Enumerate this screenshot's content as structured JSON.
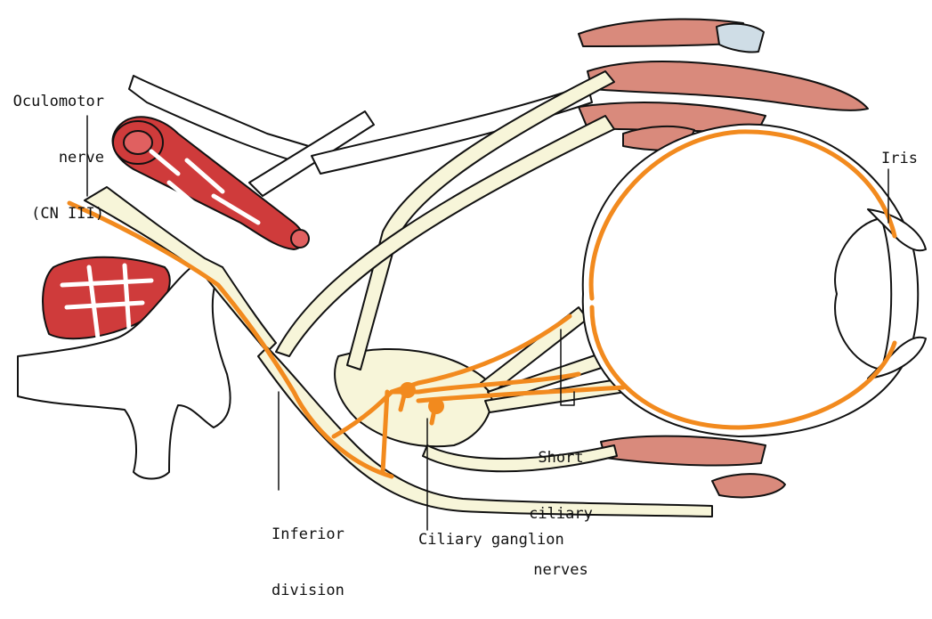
{
  "labels": {
    "oculomotor": [
      "Oculomotor",
      "nerve",
      "(CN III)"
    ],
    "iris": "Iris",
    "short_ciliary": [
      "Short",
      "ciliary",
      "nerves"
    ],
    "inferior_division": [
      "Inferior",
      "division"
    ],
    "ciliary_ganglion": "Ciliary ganglion"
  },
  "colors": {
    "parasympathetic_fiber": "#f28a1e",
    "nerve_fill": "#f7f5d9",
    "muscle": "#d98a7c",
    "artery": "#cf3b3b",
    "outline": "#111111"
  }
}
